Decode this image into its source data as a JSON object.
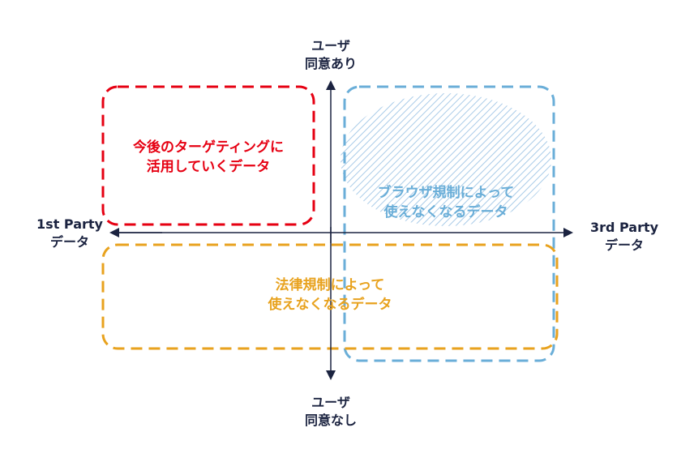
{
  "colors": {
    "axis": "#1b2340",
    "red": "#e60012",
    "blue": "#6aaed8",
    "orange": "#e8a21e"
  },
  "axes": {
    "top": "ユーザ\n同意あり",
    "bottom": "ユーザ\n同意なし",
    "left": "1st Party\nデータ",
    "right": "3rd Party\nデータ"
  },
  "regions": {
    "first_party_consent": "今後のターゲティングに\n活用していくデータ",
    "browser_regulated": "ブラウザ規制によって\n使えなくなるデータ",
    "law_regulated": "法律規制によって\n使えなくなるデータ"
  }
}
